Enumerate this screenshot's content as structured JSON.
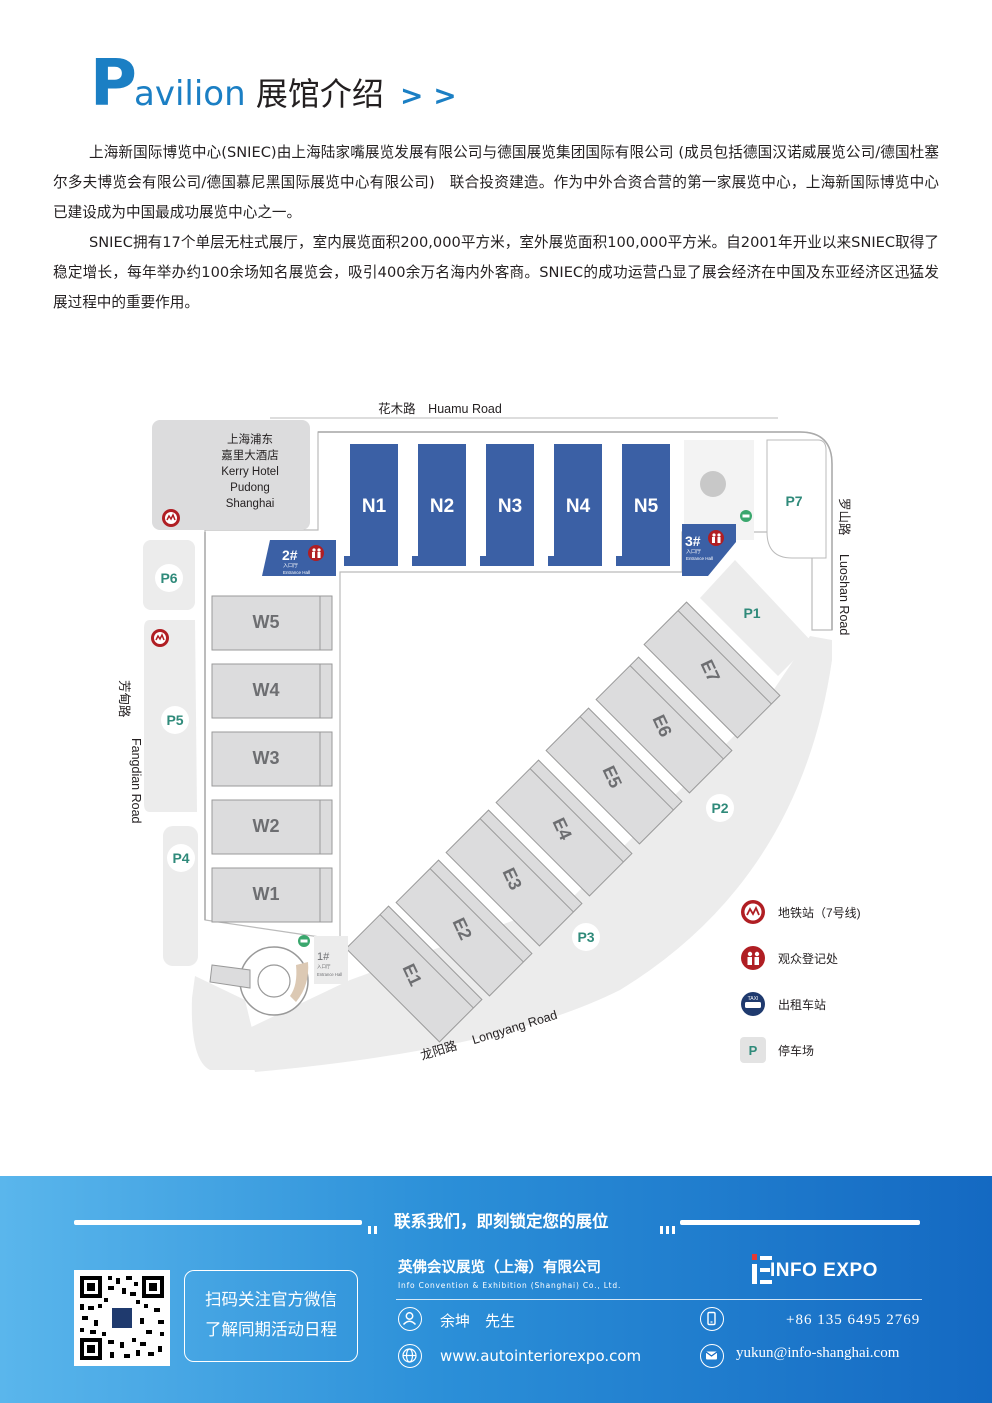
{
  "header": {
    "initial": "P",
    "title_en": "avilion",
    "title_cn": "展馆介绍",
    "arrows": "> >"
  },
  "intro": {
    "para1": "上海新国际博览中心(SNIEC)由上海陆家嘴展览发展有限公司与德国展览集团国际有限公司 (成员包括德国汉诺威展览公司/德国杜塞尔多夫博览会有限公司/德国慕尼黑国际展览中心有限公司)　联合投资建造。作为中外合资合营的第一家展览中心，上海新国际博览中心已建设成为中国最成功展览中心之一。",
    "para2": "SNIEC拥有17个单层无柱式展厅，室内展览面积200,000平方米，室外展览面积100,000平方米。自2001年开业以来SNIEC取得了稳定增长，每年举办约100余场知名展览会，吸引400余万名海内外客商。SNIEC的成功运营凸显了展会经济在中国及东亚经济区迅猛发展过程中的重要作用。"
  },
  "map": {
    "roads": {
      "north": "花木路　Huamu Road",
      "east_cn": "罗山路",
      "east_en": "Luoshan Road",
      "west_cn": "芳甸路",
      "west_en": "Fangdian Road",
      "south_cn": "龙阳路",
      "south_en": "Longyang Road"
    },
    "hotel": [
      "上海浦东",
      "嘉里大酒店",
      "Kerry Hotel",
      "Pudong",
      "Shanghai"
    ],
    "north_halls": [
      "N1",
      "N2",
      "N3",
      "N4",
      "N5"
    ],
    "west_halls": [
      "W5",
      "W4",
      "W3",
      "W2",
      "W1"
    ],
    "east_halls": [
      "E7",
      "E6",
      "E5",
      "E4",
      "E3",
      "E2",
      "E1"
    ],
    "parking": [
      "P1",
      "P2",
      "P3",
      "P4",
      "P5",
      "P6",
      "P7"
    ],
    "entrances": [
      {
        "num": "2#",
        "cn": "入口厅",
        "en": "Entrance Hall"
      },
      {
        "num": "3#",
        "cn": "入口厅",
        "en": "Entrance Hall"
      },
      {
        "num": "1#",
        "cn": "入口厅",
        "en": "Entrance Hall"
      }
    ],
    "legend": [
      {
        "icon": "metro-icon",
        "label": "地铁站（7号线)"
      },
      {
        "icon": "visitor-registration-icon",
        "label": "观众登记处"
      },
      {
        "icon": "taxi-icon",
        "label": "出租车站",
        "icon_text": "TAXI"
      },
      {
        "icon": "parking-icon",
        "label": "停车场",
        "icon_text": "P"
      }
    ],
    "colors": {
      "north_hall": "#3b60a5",
      "hall": "#dcdcdd",
      "ground": "#ececec",
      "metro": "#b01e23",
      "parking_text": "#2f8a7a"
    }
  },
  "footer": {
    "slogan": "联系我们，即刻锁定您的展位",
    "qr_note": [
      "扫码关注官方微信",
      "了解同期活动日程"
    ],
    "company_cn": "英佛会议展览（上海）有限公司",
    "company_en": "Info Convention & Exhibition (Shanghai) Co., Ltd.",
    "logo_text": "INFO EXPO",
    "contact_name": "余坤　先生",
    "website": "www.autointeriorexpo.com",
    "phone": "+86  135  6495  2769",
    "email": "yukun@info-shanghai.com"
  }
}
